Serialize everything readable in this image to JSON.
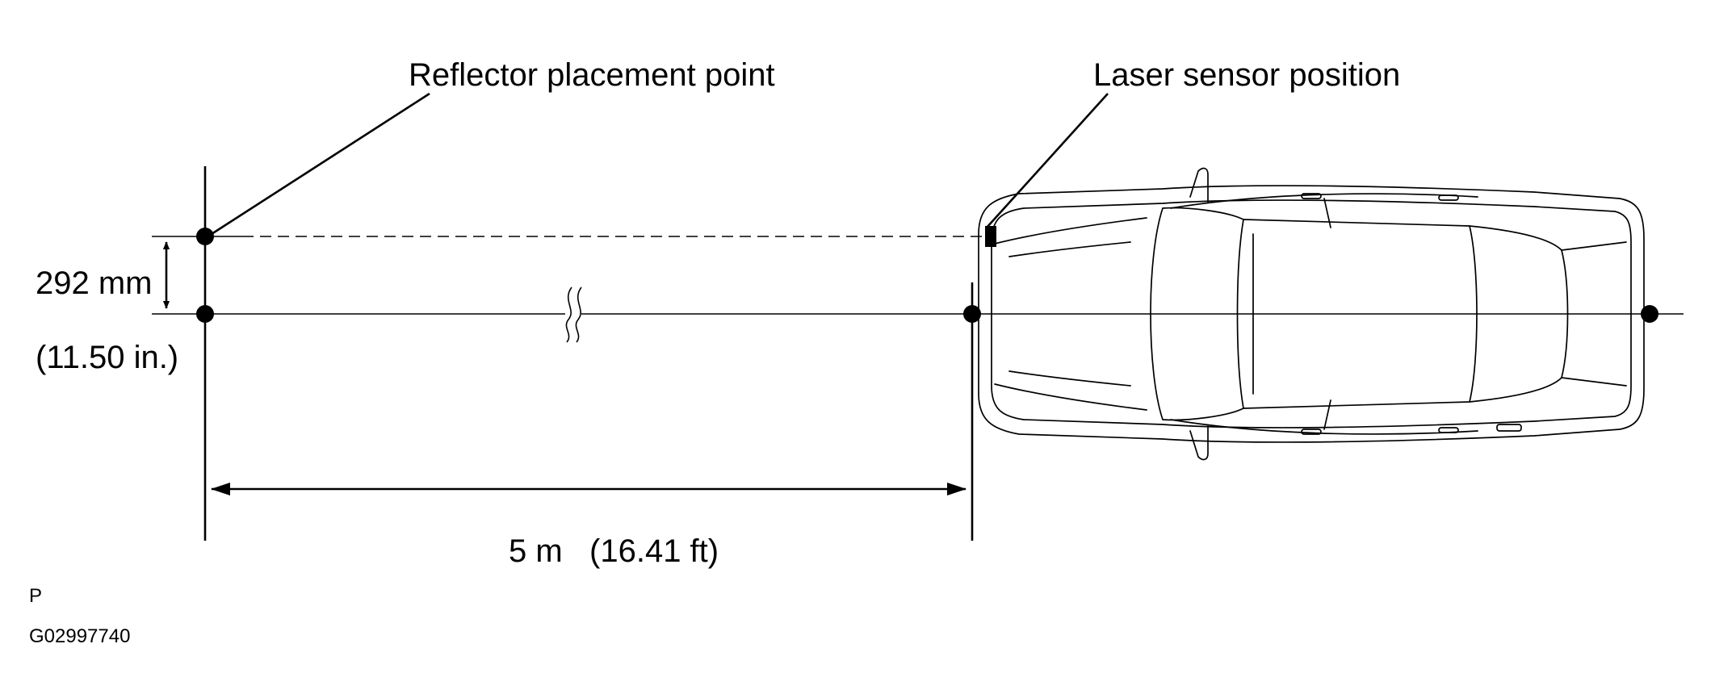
{
  "labels": {
    "reflector_point": "Reflector placement point",
    "laser_sensor": "Laser sensor position",
    "offset_mm": "292 mm",
    "offset_in": "(11.50 in.)",
    "distance": "5 m   (16.41 ft)",
    "view_code": "P",
    "figure_id": "G02997740"
  }
}
